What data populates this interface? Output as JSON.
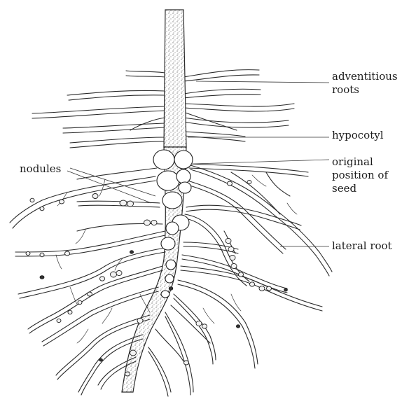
{
  "labels": {
    "adventitious_roots": "adventitious\nroots",
    "hypocotyl": "hypocotyl",
    "nodules": "nodules",
    "seed_position": "original\nposition of\nseed",
    "lateral_root": "lateral root"
  }
}
